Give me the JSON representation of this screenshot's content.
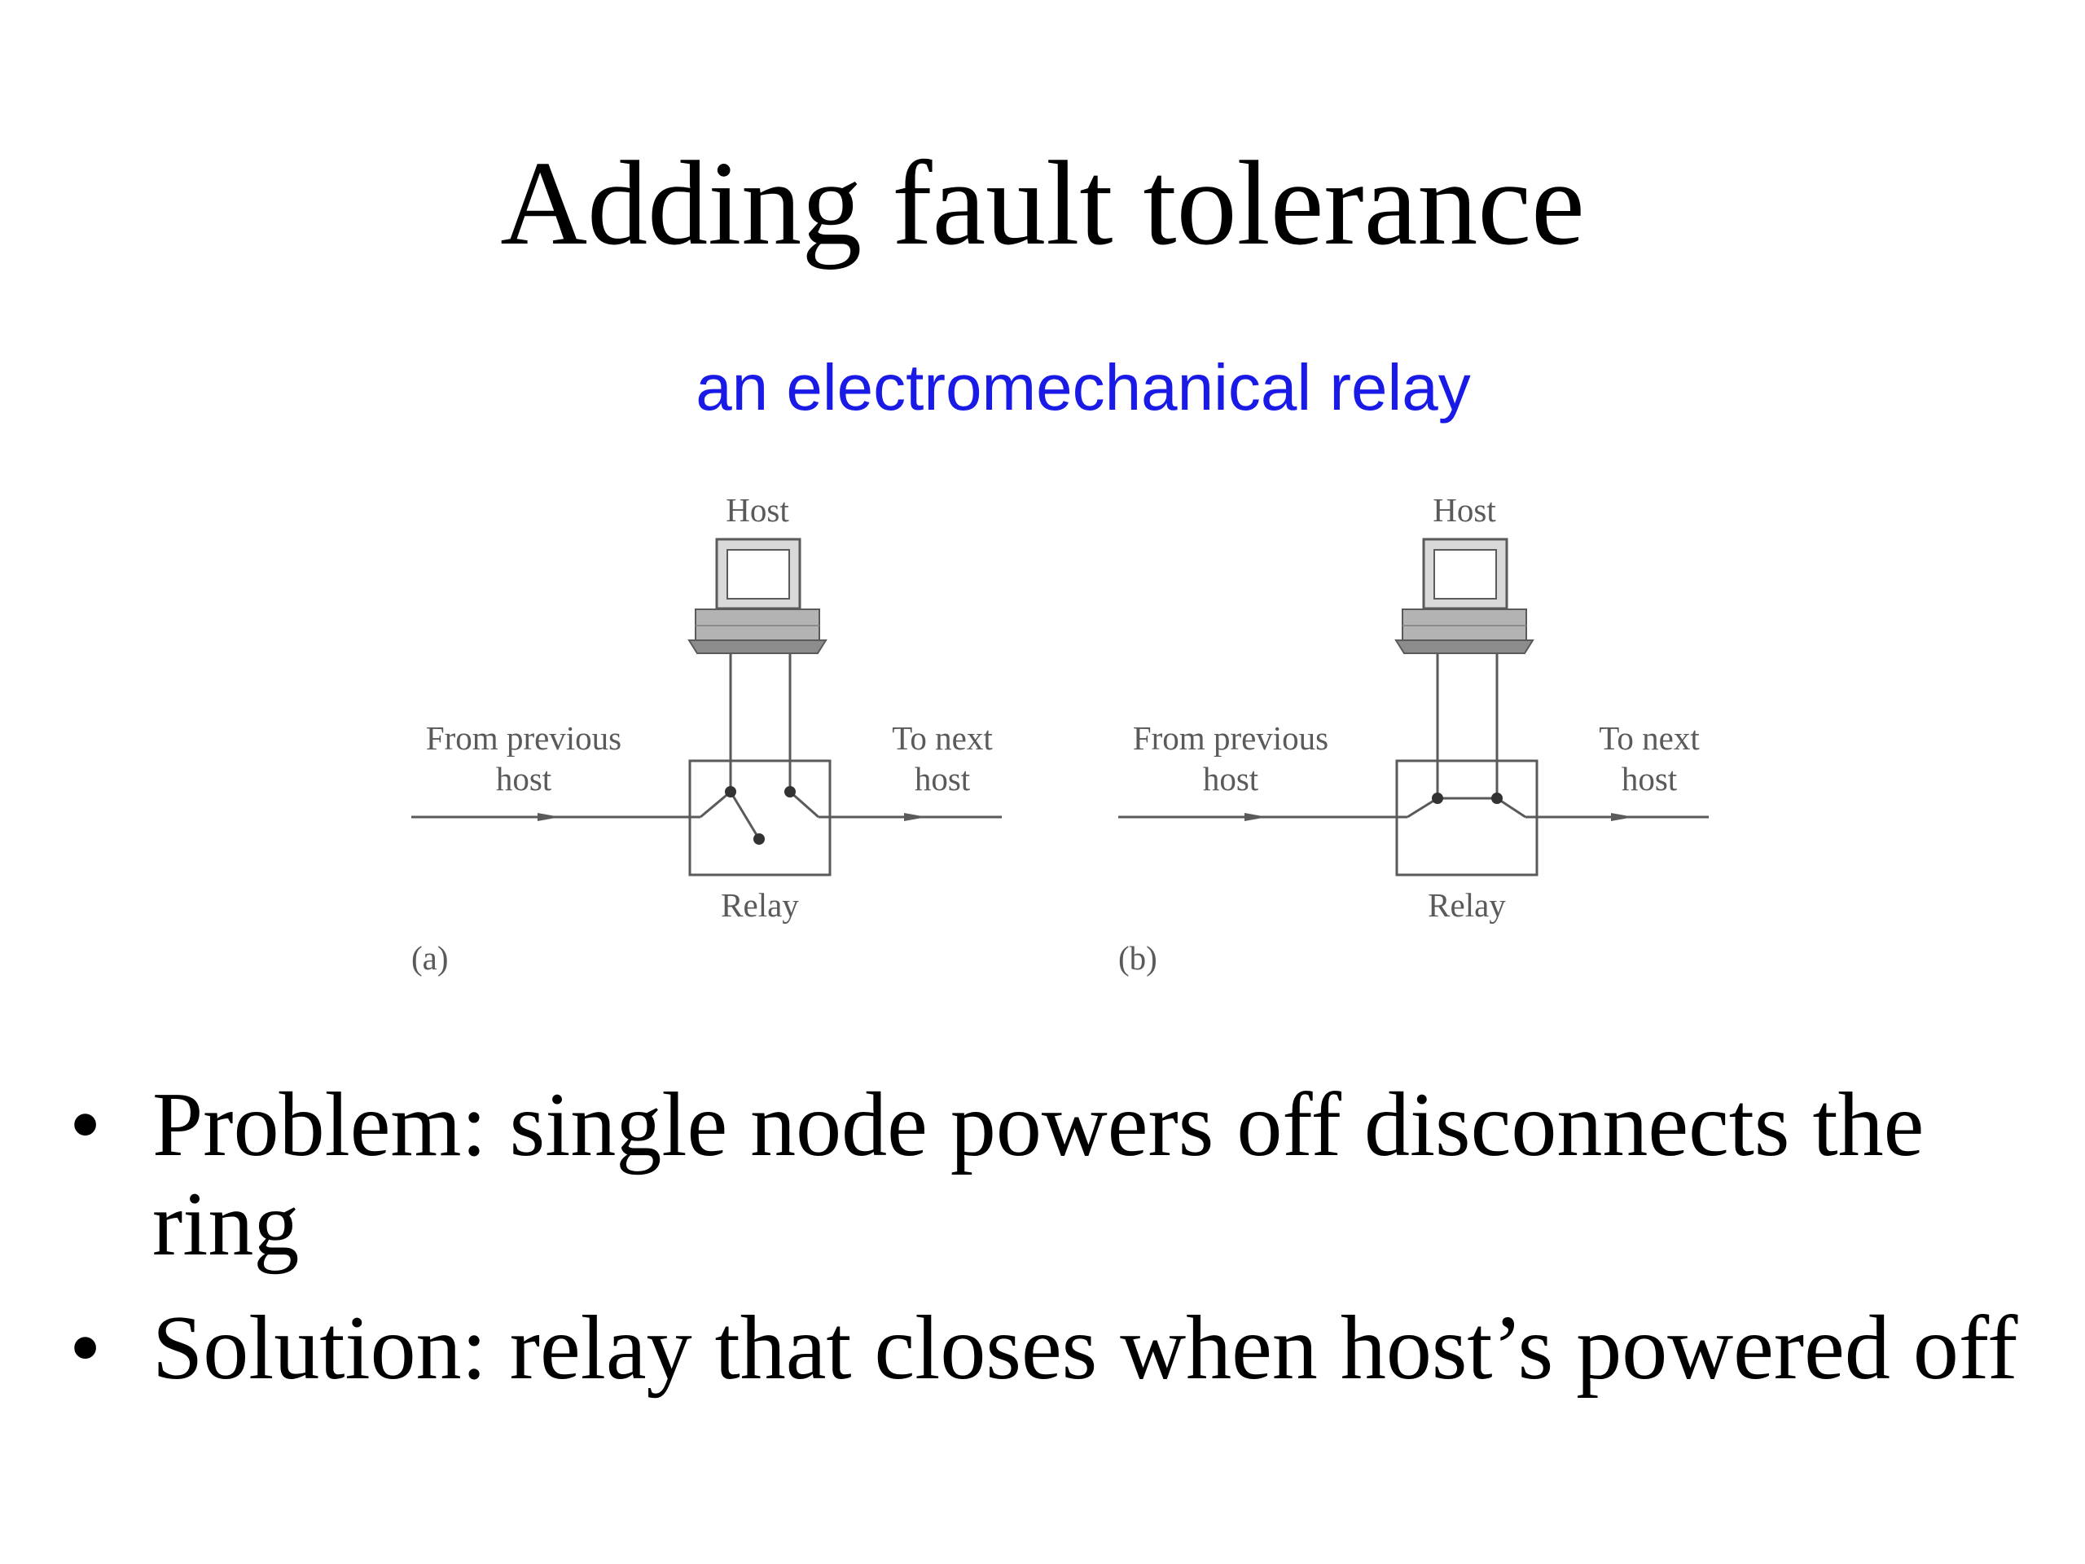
{
  "slide": {
    "title": "Adding fault tolerance",
    "subtitle": "an electromechanical relay"
  },
  "figure": {
    "panels": [
      {
        "id": "a",
        "caption": "(a)",
        "host_label": "Host",
        "relay_label": "Relay",
        "from_label_line1": "From previous",
        "from_label_line2": "host",
        "to_label_line1": "To next",
        "to_label_line2": "host",
        "relay_state": "open"
      },
      {
        "id": "b",
        "caption": "(b)",
        "host_label": "Host",
        "relay_label": "Relay",
        "from_label_line1": "From previous",
        "from_label_line2": "host",
        "to_label_line1": "To next",
        "to_label_line2": "host",
        "relay_state": "closed"
      }
    ]
  },
  "bullets": [
    {
      "marker": "•",
      "text": "Problem: single node powers off disconnects the ring"
    },
    {
      "marker": "•",
      "text": "Solution: relay that closes when host’s powered off"
    }
  ],
  "colors": {
    "subtitle": "#1a1ae6",
    "diagram_ink": "#5a5a5a",
    "host_fill": "#b3b3b3",
    "host_dark": "#8c8c8c"
  }
}
